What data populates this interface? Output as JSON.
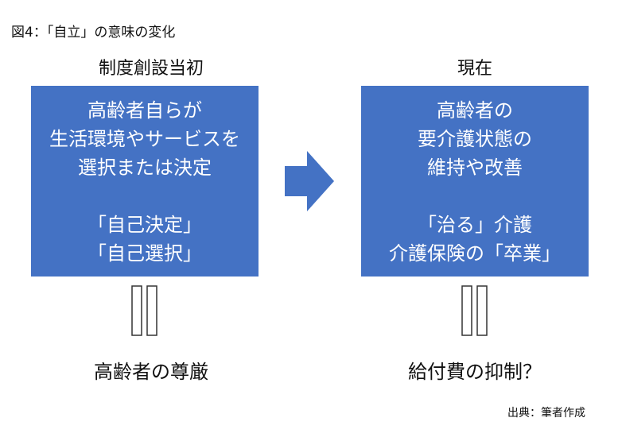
{
  "figure_title": "図4：「自立」の意味の変化",
  "left": {
    "heading": "制度創設当初",
    "box_lines": [
      "高齢者自らが",
      "生活環境やサービスを",
      "選択または決定"
    ],
    "box_lines_2": [
      "「自己決定」",
      "「自己選択」"
    ],
    "result": "高齢者の尊厳"
  },
  "right": {
    "heading": "現在",
    "box_lines": [
      "高齢者の",
      "要介護状態の",
      "維持や改善"
    ],
    "box_lines_2": [
      "「治る」介護",
      "介護保険の「卒業」"
    ],
    "result": "給付費の抑制？"
  },
  "source": "出典：筆者作成",
  "colors": {
    "box": "#4472c4",
    "arrow": "#4472c4"
  }
}
